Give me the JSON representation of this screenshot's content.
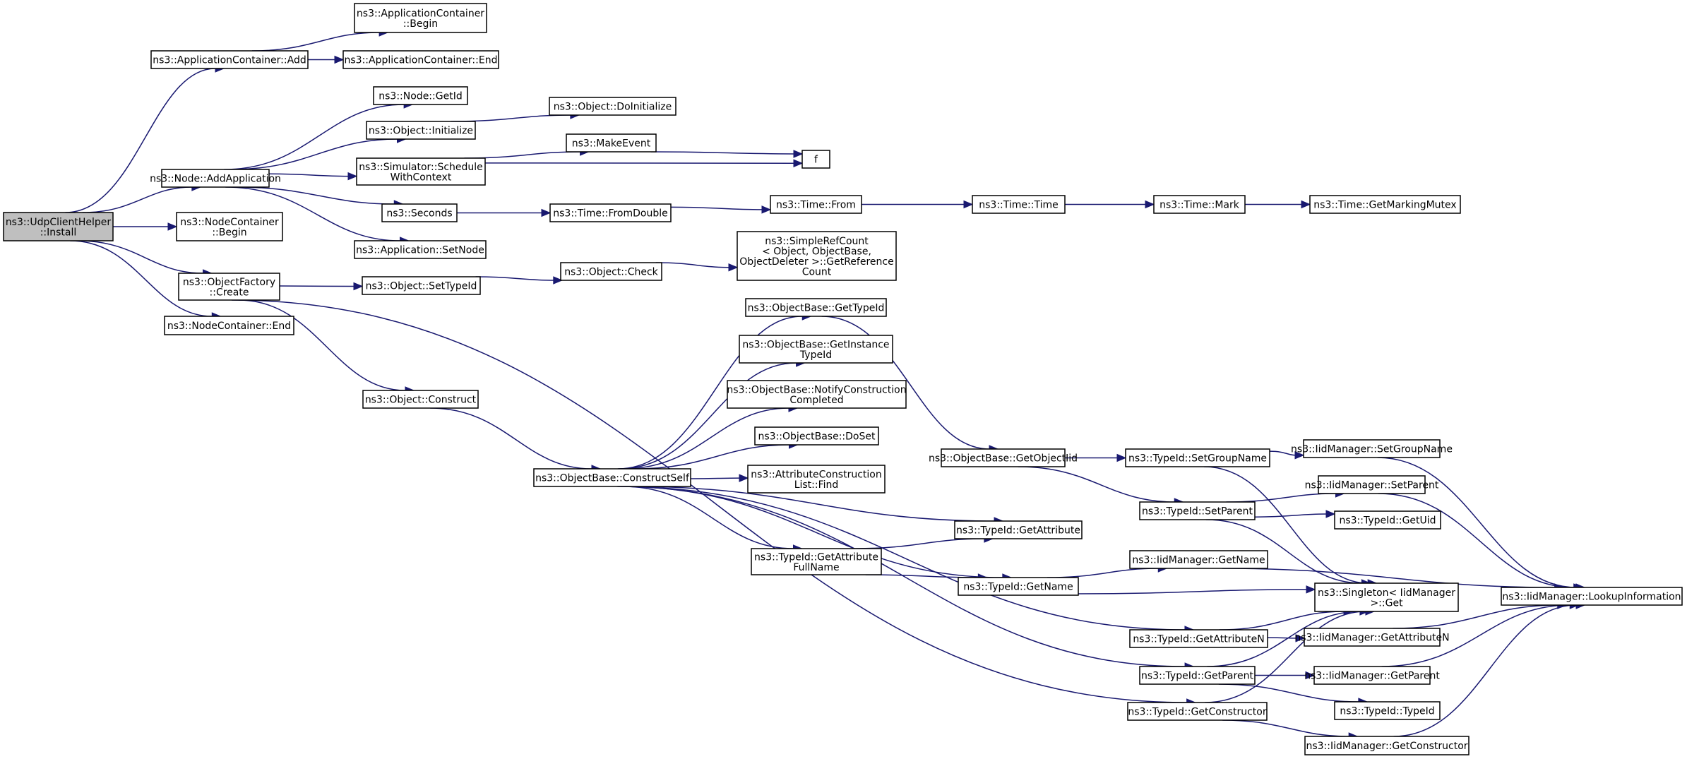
{
  "nodes": [
    {
      "id": "udp_install",
      "lines": [
        "ns3::UdpClientHelper",
        "::Install"
      ],
      "root": true
    },
    {
      "id": "appcont_add",
      "lines": [
        "ns3::ApplicationContainer::Add"
      ]
    },
    {
      "id": "appcont_begin",
      "lines": [
        "ns3::ApplicationContainer",
        "::Begin"
      ]
    },
    {
      "id": "appcont_end",
      "lines": [
        "ns3::ApplicationContainer::End"
      ]
    },
    {
      "id": "node_getid",
      "lines": [
        "ns3::Node::GetId"
      ]
    },
    {
      "id": "obj_doinit",
      "lines": [
        "ns3::Object::DoInitialize"
      ]
    },
    {
      "id": "obj_initialize",
      "lines": [
        "ns3::Object::Initialize"
      ]
    },
    {
      "id": "makeevent",
      "lines": [
        "ns3::MakeEvent"
      ]
    },
    {
      "id": "f",
      "lines": [
        "f"
      ]
    },
    {
      "id": "node_addapp",
      "lines": [
        "ns3::Node::AddApplication"
      ]
    },
    {
      "id": "sim_schedule",
      "lines": [
        "ns3::Simulator::Schedule",
        "WithContext"
      ]
    },
    {
      "id": "seconds",
      "lines": [
        "ns3::Seconds"
      ]
    },
    {
      "id": "time_fromdouble",
      "lines": [
        "ns3::Time::FromDouble"
      ]
    },
    {
      "id": "time_from",
      "lines": [
        "ns3::Time::From"
      ]
    },
    {
      "id": "time_time",
      "lines": [
        "ns3::Time::Time"
      ]
    },
    {
      "id": "time_mark",
      "lines": [
        "ns3::Time::Mark"
      ]
    },
    {
      "id": "time_getmarkingmutex",
      "lines": [
        "ns3::Time::GetMarkingMutex"
      ]
    },
    {
      "id": "nodecont_begin",
      "lines": [
        "ns3::NodeContainer",
        "::Begin"
      ]
    },
    {
      "id": "app_setnode",
      "lines": [
        "ns3::Application::SetNode"
      ]
    },
    {
      "id": "simplerefcount",
      "lines": [
        "ns3::SimpleRefCount",
        "< Object, ObjectBase,",
        "ObjectDeleter >::GetReference",
        "Count"
      ]
    },
    {
      "id": "objfactory_create",
      "lines": [
        "ns3::ObjectFactory",
        "::Create"
      ]
    },
    {
      "id": "obj_settypeid",
      "lines": [
        "ns3::Object::SetTypeId"
      ]
    },
    {
      "id": "obj_check",
      "lines": [
        "ns3::Object::Check"
      ]
    },
    {
      "id": "nodecont_end",
      "lines": [
        "ns3::NodeContainer::End"
      ]
    },
    {
      "id": "objbase_gettypeid",
      "lines": [
        "ns3::ObjectBase::GetTypeId"
      ]
    },
    {
      "id": "objbase_getinstancetypeid",
      "lines": [
        "ns3::ObjectBase::GetInstance",
        "TypeId"
      ]
    },
    {
      "id": "objbase_notifyconstruction",
      "lines": [
        "ns3::ObjectBase::NotifyConstruction",
        "Completed"
      ]
    },
    {
      "id": "obj_construct",
      "lines": [
        "ns3::Object::Construct"
      ]
    },
    {
      "id": "objbase_doset",
      "lines": [
        "ns3::ObjectBase::DoSet"
      ]
    },
    {
      "id": "objbase_getobjectiid",
      "lines": [
        "ns3::ObjectBase::GetObjectIid"
      ]
    },
    {
      "id": "typeid_setgroupname",
      "lines": [
        "ns3::TypeId::SetGroupName"
      ]
    },
    {
      "id": "iidmgr_setgroupname",
      "lines": [
        "ns3::IidManager::SetGroupName"
      ]
    },
    {
      "id": "objbase_constructself",
      "lines": [
        "ns3::ObjectBase::ConstructSelf"
      ]
    },
    {
      "id": "attrconstruction_find",
      "lines": [
        "ns3::AttributeConstruction",
        "List::Find"
      ]
    },
    {
      "id": "iidmgr_setparent",
      "lines": [
        "ns3::IidManager::SetParent"
      ]
    },
    {
      "id": "typeid_setparent",
      "lines": [
        "ns3::TypeId::SetParent"
      ]
    },
    {
      "id": "typeid_getuid",
      "lines": [
        "ns3::TypeId::GetUid"
      ]
    },
    {
      "id": "typeid_getattribute",
      "lines": [
        "ns3::TypeId::GetAttribute"
      ]
    },
    {
      "id": "typeid_getattributefullname",
      "lines": [
        "ns3::TypeId::GetAttribute",
        "FullName"
      ]
    },
    {
      "id": "iidmgr_getname",
      "lines": [
        "ns3::IidManager::GetName"
      ]
    },
    {
      "id": "typeid_getname",
      "lines": [
        "ns3::TypeId::GetName"
      ]
    },
    {
      "id": "singleton_get",
      "lines": [
        "ns3::Singleton< IidManager",
        ">::Get"
      ]
    },
    {
      "id": "iidmgr_lookupinformation",
      "lines": [
        "ns3::IidManager::LookupInformation"
      ]
    },
    {
      "id": "typeid_getattributen",
      "lines": [
        "ns3::TypeId::GetAttributeN"
      ]
    },
    {
      "id": "iidmgr_getattributen",
      "lines": [
        "ns3::IidManager::GetAttributeN"
      ]
    },
    {
      "id": "typeid_getparent",
      "lines": [
        "ns3::TypeId::GetParent"
      ]
    },
    {
      "id": "iidmgr_getparent",
      "lines": [
        "ns3::IidManager::GetParent"
      ]
    },
    {
      "id": "typeid_typeid",
      "lines": [
        "ns3::TypeId::TypeId"
      ]
    },
    {
      "id": "typeid_getconstructor",
      "lines": [
        "ns3::TypeId::GetConstructor"
      ]
    },
    {
      "id": "iidmgr_getconstructor",
      "lines": [
        "ns3::IidManager::GetConstructor"
      ]
    }
  ],
  "edges": [
    [
      "udp_install",
      "appcont_add"
    ],
    [
      "udp_install",
      "node_addapp"
    ],
    [
      "udp_install",
      "nodecont_begin"
    ],
    [
      "udp_install",
      "objfactory_create"
    ],
    [
      "udp_install",
      "nodecont_end"
    ],
    [
      "appcont_add",
      "appcont_begin"
    ],
    [
      "appcont_add",
      "appcont_end"
    ],
    [
      "node_addapp",
      "node_getid"
    ],
    [
      "node_addapp",
      "obj_initialize"
    ],
    [
      "node_addapp",
      "sim_schedule"
    ],
    [
      "node_addapp",
      "seconds"
    ],
    [
      "node_addapp",
      "app_setnode"
    ],
    [
      "obj_initialize",
      "obj_doinit"
    ],
    [
      "sim_schedule",
      "makeevent"
    ],
    [
      "sim_schedule",
      "f"
    ],
    [
      "makeevent",
      "f"
    ],
    [
      "seconds",
      "time_fromdouble"
    ],
    [
      "time_fromdouble",
      "time_from"
    ],
    [
      "time_from",
      "time_time"
    ],
    [
      "time_time",
      "time_mark"
    ],
    [
      "time_mark",
      "time_getmarkingmutex"
    ],
    [
      "objfactory_create",
      "obj_settypeid"
    ],
    [
      "objfactory_create",
      "obj_construct"
    ],
    [
      "objfactory_create",
      "typeid_getconstructor"
    ],
    [
      "obj_settypeid",
      "obj_check"
    ],
    [
      "obj_check",
      "simplerefcount"
    ],
    [
      "obj_construct",
      "objbase_constructself"
    ],
    [
      "objbase_constructself",
      "objbase_gettypeid"
    ],
    [
      "objbase_constructself",
      "objbase_getinstancetypeid"
    ],
    [
      "objbase_constructself",
      "objbase_notifyconstruction"
    ],
    [
      "objbase_constructself",
      "objbase_doset"
    ],
    [
      "objbase_constructself",
      "attrconstruction_find"
    ],
    [
      "objbase_constructself",
      "typeid_getattribute"
    ],
    [
      "objbase_constructself",
      "typeid_getattributefullname"
    ],
    [
      "objbase_constructself",
      "typeid_getname"
    ],
    [
      "objbase_constructself",
      "typeid_getattributen"
    ],
    [
      "objbase_constructself",
      "typeid_getparent"
    ],
    [
      "objbase_gettypeid",
      "objbase_getobjectiid"
    ],
    [
      "objbase_getobjectiid",
      "typeid_setgroupname"
    ],
    [
      "objbase_getobjectiid",
      "typeid_setparent"
    ],
    [
      "typeid_setgroupname",
      "iidmgr_setgroupname"
    ],
    [
      "typeid_setgroupname",
      "singleton_get"
    ],
    [
      "iidmgr_setgroupname",
      "iidmgr_lookupinformation"
    ],
    [
      "typeid_setparent",
      "iidmgr_setparent"
    ],
    [
      "typeid_setparent",
      "typeid_getuid"
    ],
    [
      "typeid_setparent",
      "singleton_get"
    ],
    [
      "iidmgr_setparent",
      "iidmgr_lookupinformation"
    ],
    [
      "typeid_getattributefullname",
      "typeid_getattribute"
    ],
    [
      "typeid_getattributefullname",
      "typeid_getname"
    ],
    [
      "typeid_getname",
      "iidmgr_getname"
    ],
    [
      "typeid_getname",
      "singleton_get"
    ],
    [
      "iidmgr_getname",
      "iidmgr_lookupinformation"
    ],
    [
      "typeid_getattributen",
      "iidmgr_getattributen"
    ],
    [
      "typeid_getattributen",
      "singleton_get"
    ],
    [
      "iidmgr_getattributen",
      "iidmgr_lookupinformation"
    ],
    [
      "typeid_getparent",
      "iidmgr_getparent"
    ],
    [
      "typeid_getparent",
      "typeid_typeid"
    ],
    [
      "typeid_getparent",
      "singleton_get"
    ],
    [
      "iidmgr_getparent",
      "iidmgr_lookupinformation"
    ],
    [
      "typeid_getconstructor",
      "iidmgr_getconstructor"
    ],
    [
      "typeid_getconstructor",
      "singleton_get"
    ],
    [
      "iidmgr_getconstructor",
      "iidmgr_lookupinformation"
    ]
  ]
}
